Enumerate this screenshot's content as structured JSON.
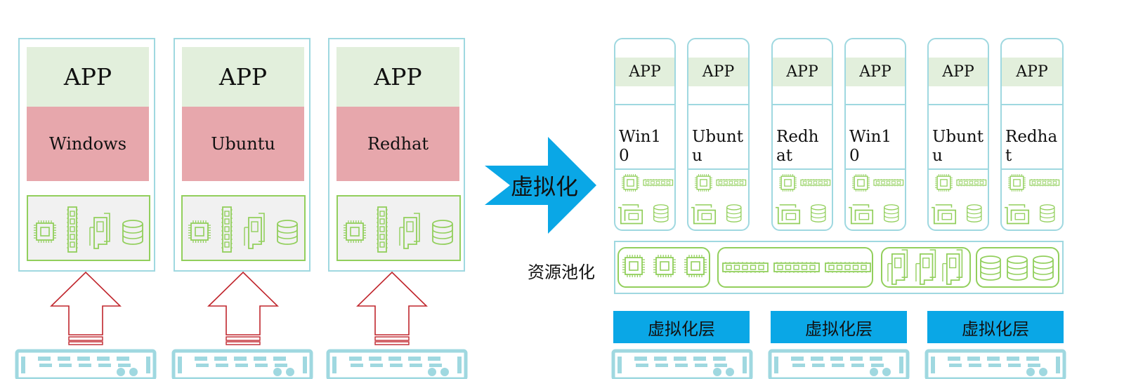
{
  "physical_servers": [
    {
      "app": "APP",
      "os": "Windows"
    },
    {
      "app": "APP",
      "os": "Ubuntu"
    },
    {
      "app": "APP",
      "os": "Redhat"
    }
  ],
  "transform_label": "虚拟化",
  "virtual_machines": [
    {
      "app": "APP",
      "os": "Win10"
    },
    {
      "app": "APP",
      "os": "Ubuntu"
    },
    {
      "app": "APP",
      "os": "Redhat"
    },
    {
      "app": "APP",
      "os": "Win10"
    },
    {
      "app": "APP",
      "os": "Ubuntu"
    },
    {
      "app": "APP",
      "os": "Redhat"
    }
  ],
  "pool_label": "资源池化",
  "virtualization_layers": [
    "虚拟化层",
    "虚拟化层",
    "虚拟化层"
  ],
  "icons": [
    "cpu-chip-icon",
    "memory-module-icon",
    "network-card-icon",
    "disk-storage-icon"
  ],
  "colors": {
    "frame": "#9fd8e0",
    "app_bg": "#e2efdc",
    "os_bg": "#e7a7ac",
    "hardware_green": "#92cf5c",
    "arrow_red": "#c0262d",
    "accent_blue": "#0aa7e6"
  }
}
